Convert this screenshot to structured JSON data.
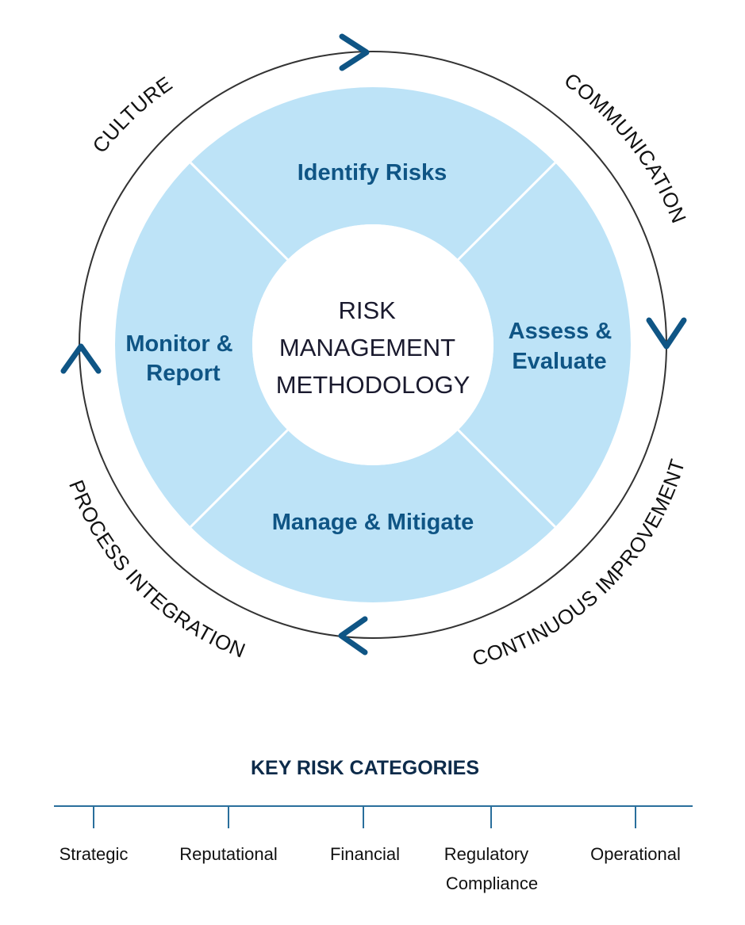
{
  "methodology": {
    "center_lines": [
      "RISK",
      "MANAGEMENT",
      "METHODOLOGY"
    ],
    "segments": [
      {
        "lines": [
          "Identify Risks"
        ]
      },
      {
        "lines": [
          "Assess &",
          "Evaluate"
        ]
      },
      {
        "lines": [
          "Manage & Mitigate"
        ]
      },
      {
        "lines": [
          "Monitor &",
          "Report"
        ]
      }
    ]
  },
  "cycle": {
    "labels": [
      "CULTURE",
      "COMMUNICATION",
      "CONTINUOUS IMPROVEMENT",
      "PROCESS INTEGRATION"
    ]
  },
  "categories": {
    "title": "KEY RISK CATEGORIES",
    "items": [
      {
        "lines": [
          "Strategic"
        ]
      },
      {
        "lines": [
          "Reputational"
        ]
      },
      {
        "lines": [
          "Financial"
        ]
      },
      {
        "lines": [
          "Regulatory",
          "Compliance"
        ]
      },
      {
        "lines": [
          "Operational"
        ]
      }
    ]
  },
  "colors": {
    "segment_fill": "#bde3f7",
    "segment_text": "#0f5585",
    "arrow": "#0f5585",
    "ring": "#333333",
    "timeline": "#2a6f9c"
  }
}
